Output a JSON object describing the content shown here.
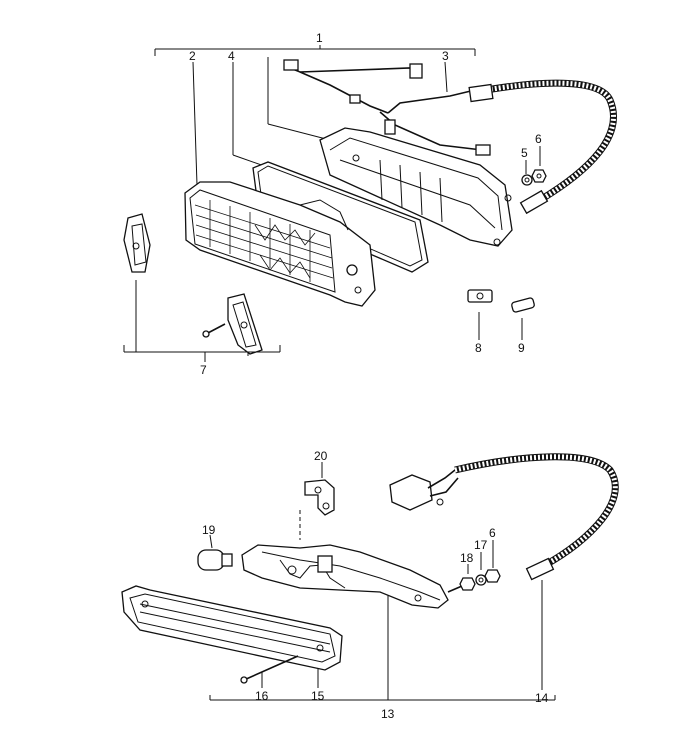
{
  "labels": {
    "l1": "1",
    "l2": "2",
    "l3": "3",
    "l4": "4",
    "l5": "5",
    "l6a": "6",
    "l7": "7",
    "l8": "8",
    "l9": "9",
    "l13": "13",
    "l14": "14",
    "l15": "15",
    "l16": "16",
    "l17": "17",
    "l18": "18",
    "l19": "19",
    "l20": "20",
    "l6b": "6"
  }
}
